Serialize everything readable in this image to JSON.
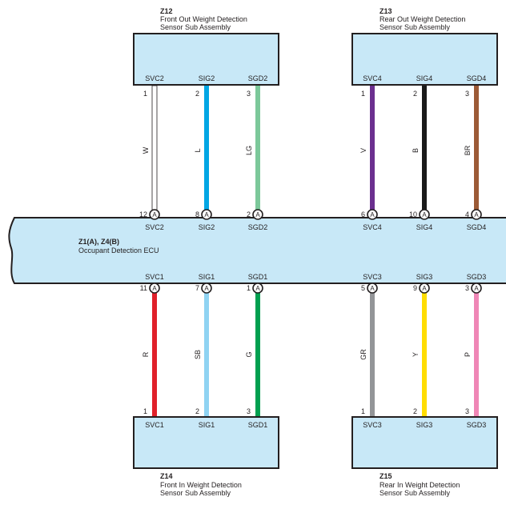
{
  "components": {
    "z12": {
      "code": "Z12",
      "name_line1": "Front Out Weight Detection",
      "name_line2": "Sensor Sub Assembly"
    },
    "z13": {
      "code": "Z13",
      "name_line1": "Rear Out Weight Detection",
      "name_line2": "Sensor Sub Assembly"
    },
    "z14": {
      "code": "Z14",
      "name_line1": "Front In Weight Detection",
      "name_line2": "Sensor Sub Assembly"
    },
    "z15": {
      "code": "Z15",
      "name_line1": "Rear In Weight Detection",
      "name_line2": "Sensor Sub Assembly"
    },
    "ecu": {
      "code": "Z1(A), Z4(B)",
      "name": "Occupant Detection ECU"
    }
  },
  "connector_letter": "A",
  "wires": [
    {
      "id": "svc2",
      "sensor_pin": "1",
      "sensor_term": "SVC2",
      "ecu_pin": "12",
      "ecu_term": "SVC2",
      "color_code": "W",
      "color": "#ffffff"
    },
    {
      "id": "sig2",
      "sensor_pin": "2",
      "sensor_term": "SIG2",
      "ecu_pin": "8",
      "ecu_term": "SIG2",
      "color_code": "L",
      "color": "#00a6e4"
    },
    {
      "id": "sgd2",
      "sensor_pin": "3",
      "sensor_term": "SGD2",
      "ecu_pin": "2",
      "ecu_term": "SGD2",
      "color_code": "LG",
      "color": "#7cc89a"
    },
    {
      "id": "svc4",
      "sensor_pin": "1",
      "sensor_term": "SVC4",
      "ecu_pin": "6",
      "ecu_term": "SVC4",
      "color_code": "V",
      "color": "#6b2f8f"
    },
    {
      "id": "sig4",
      "sensor_pin": "2",
      "sensor_term": "SIG4",
      "ecu_pin": "10",
      "ecu_term": "SIG4",
      "color_code": "B",
      "color": "#1a1a1a"
    },
    {
      "id": "sgd4",
      "sensor_pin": "3",
      "sensor_term": "SGD4",
      "ecu_pin": "4",
      "ecu_term": "SGD4",
      "color_code": "BR",
      "color": "#9c5a36"
    },
    {
      "id": "svc1",
      "sensor_pin": "1",
      "sensor_term": "SVC1",
      "ecu_pin": "11",
      "ecu_term": "SVC1",
      "color_code": "R",
      "color": "#e0202a"
    },
    {
      "id": "sig1",
      "sensor_pin": "2",
      "sensor_term": "SIG1",
      "ecu_pin": "7",
      "ecu_term": "SIG1",
      "color_code": "SB",
      "color": "#8fd3f2"
    },
    {
      "id": "sgd1",
      "sensor_pin": "3",
      "sensor_term": "SGD1",
      "ecu_pin": "1",
      "ecu_term": "SGD1",
      "color_code": "G",
      "color": "#00a050"
    },
    {
      "id": "svc3",
      "sensor_pin": "1",
      "sensor_term": "SVC3",
      "ecu_pin": "5",
      "ecu_term": "SVC3",
      "color_code": "GR",
      "color": "#939598"
    },
    {
      "id": "sig3",
      "sensor_pin": "2",
      "sensor_term": "SIG3",
      "ecu_pin": "9",
      "ecu_term": "SIG3",
      "color_code": "Y",
      "color": "#ffdd00"
    },
    {
      "id": "sgd3",
      "sensor_pin": "3",
      "sensor_term": "SGD3",
      "ecu_pin": "3",
      "ecu_term": "SGD3",
      "color_code": "P",
      "color": "#ef86b6"
    }
  ]
}
